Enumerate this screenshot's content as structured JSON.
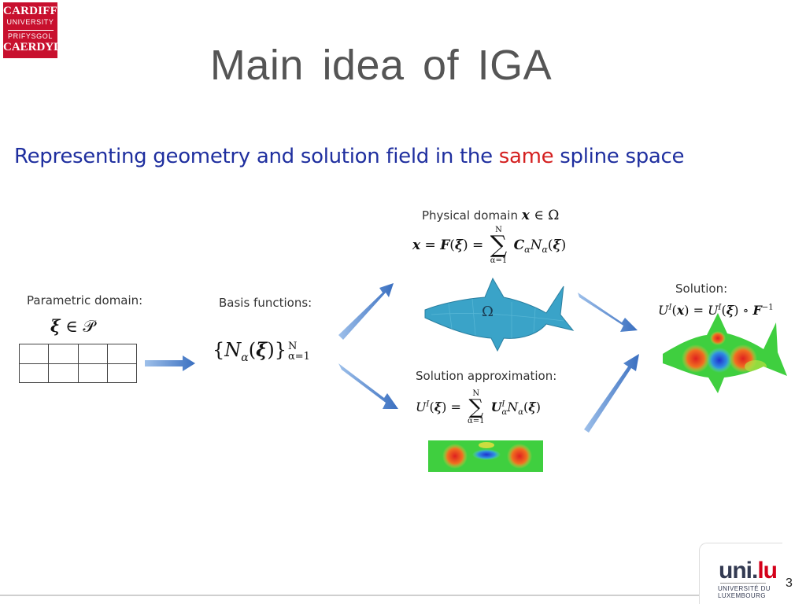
{
  "logo_cardiff": {
    "line1": "CARDIFF",
    "line2": "UNIVERSITY",
    "line3": "PRIFYSGOL",
    "line4": "CAERDYDD"
  },
  "slide": {
    "title": "Main  idea  of  IGA",
    "subtitle_pre": "Representing geometry and solution field in the ",
    "subtitle_em": "same",
    "subtitle_post": " spline space",
    "page_number": "3"
  },
  "labels": {
    "parametric": "Parametric domain:",
    "basis": "Basis functions:",
    "physical": "Physical domain",
    "solution": "Solution:",
    "approx": "Solution approximation:"
  },
  "math": {
    "omega": "Ω",
    "N": "N",
    "alpha_eq_1": "α=1"
  },
  "logo_lux": {
    "word_left": "uni.",
    "word_right": "lu",
    "line1": "UNIVERSITÉ DU",
    "line2": "LUXEMBOURG"
  },
  "colors": {
    "title": "#555555",
    "subtitle": "#1f2f9f",
    "emphasis": "#d42020",
    "arrow": "#4a78c0",
    "domain_fill": "#3aa3c8",
    "cardiff_red": "#c8102e"
  }
}
